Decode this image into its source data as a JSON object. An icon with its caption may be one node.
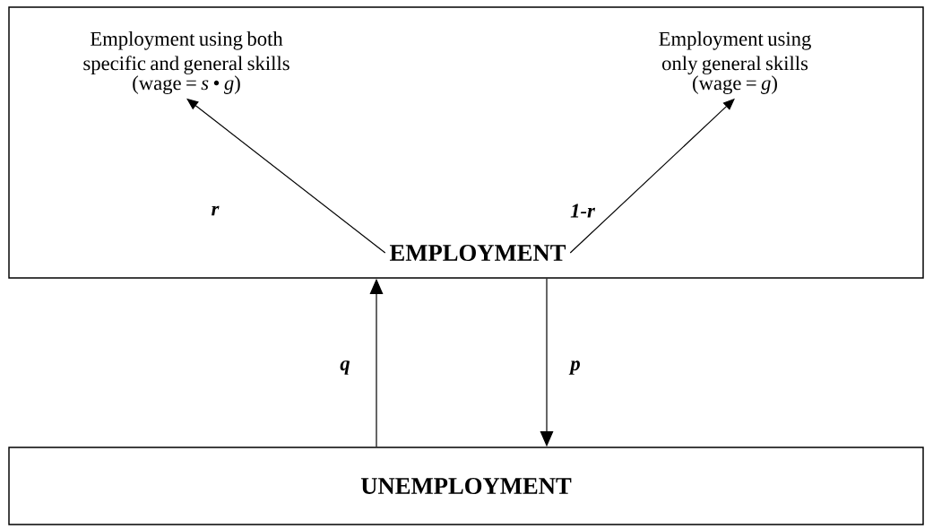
{
  "diagram": {
    "nodes": [
      {
        "text": [],
        "shape": "box"
      },
      {
        "text": [
          "Employment using both specific and general skills",
          "(wage = *s* • *g*)"
        ],
        "in": 0
      },
      {
        "text": [
          "Employment using only general skills",
          "(wage = *g*)"
        ],
        "in": 0
      },
      {
        "text": [
          "EMPLOYMENT"
        ],
        "in": 0
      },
      {
        "text": [
          "UNEMPLOYMENT"
        ]
      }
    ],
    "edges": [
      {
        "from": 3,
        "to": 1,
        "arrow": "to",
        "label": "r"
      },
      {
        "from": 3,
        "to": 2,
        "arrow": "to",
        "label": "1-r"
      },
      {
        "from": 4,
        "to": 0,
        "arrow": "to",
        "label": "q"
      },
      {
        "from": 0,
        "to": 4,
        "arrow": "to",
        "label": "p"
      }
    ]
  }
}
